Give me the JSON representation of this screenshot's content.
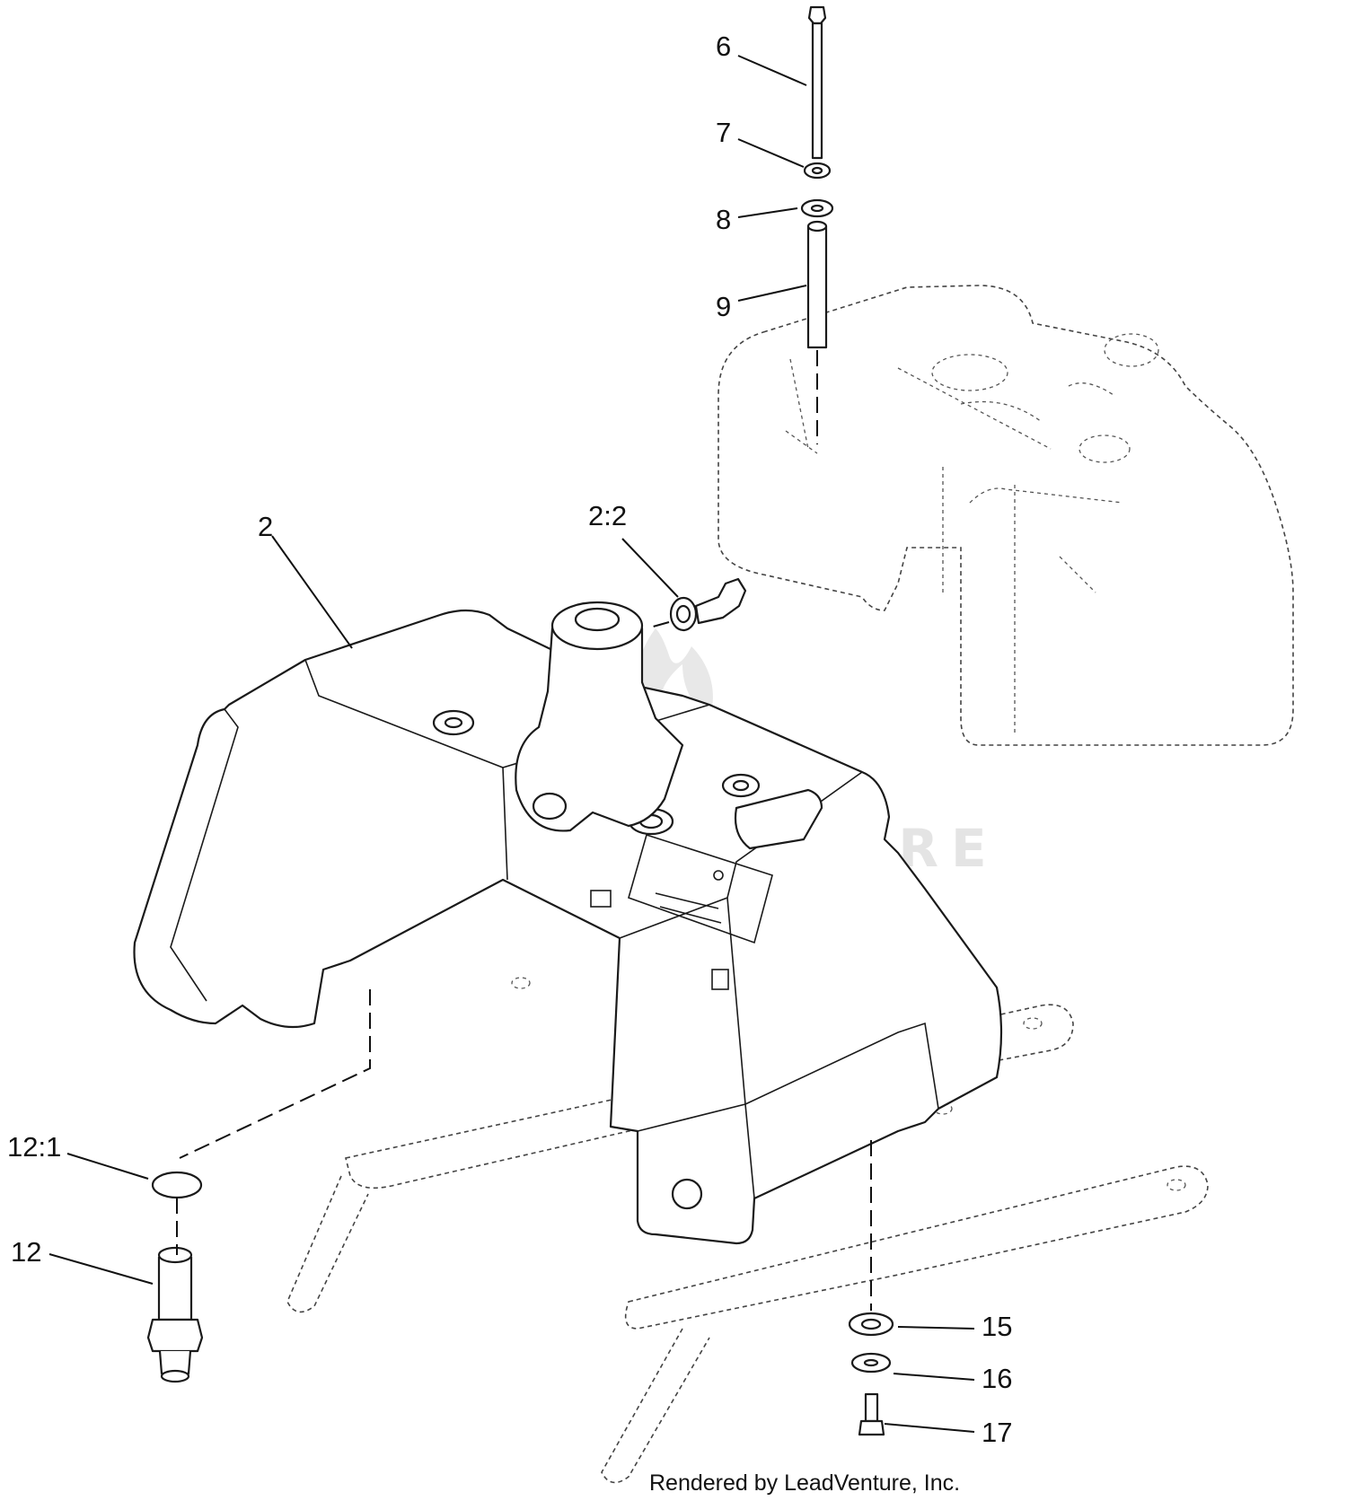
{
  "callouts": {
    "c6": "6",
    "c7": "7",
    "c8": "8",
    "c9": "9",
    "c2": "2",
    "c2_2": "2:2",
    "c12_1": "12:1",
    "c12": "12",
    "c15": "15",
    "c16": "16",
    "c17": "17"
  },
  "footer": {
    "text": "Rendered by LeadVenture, Inc."
  },
  "watermark": {
    "text": "LEADVENTURE"
  }
}
